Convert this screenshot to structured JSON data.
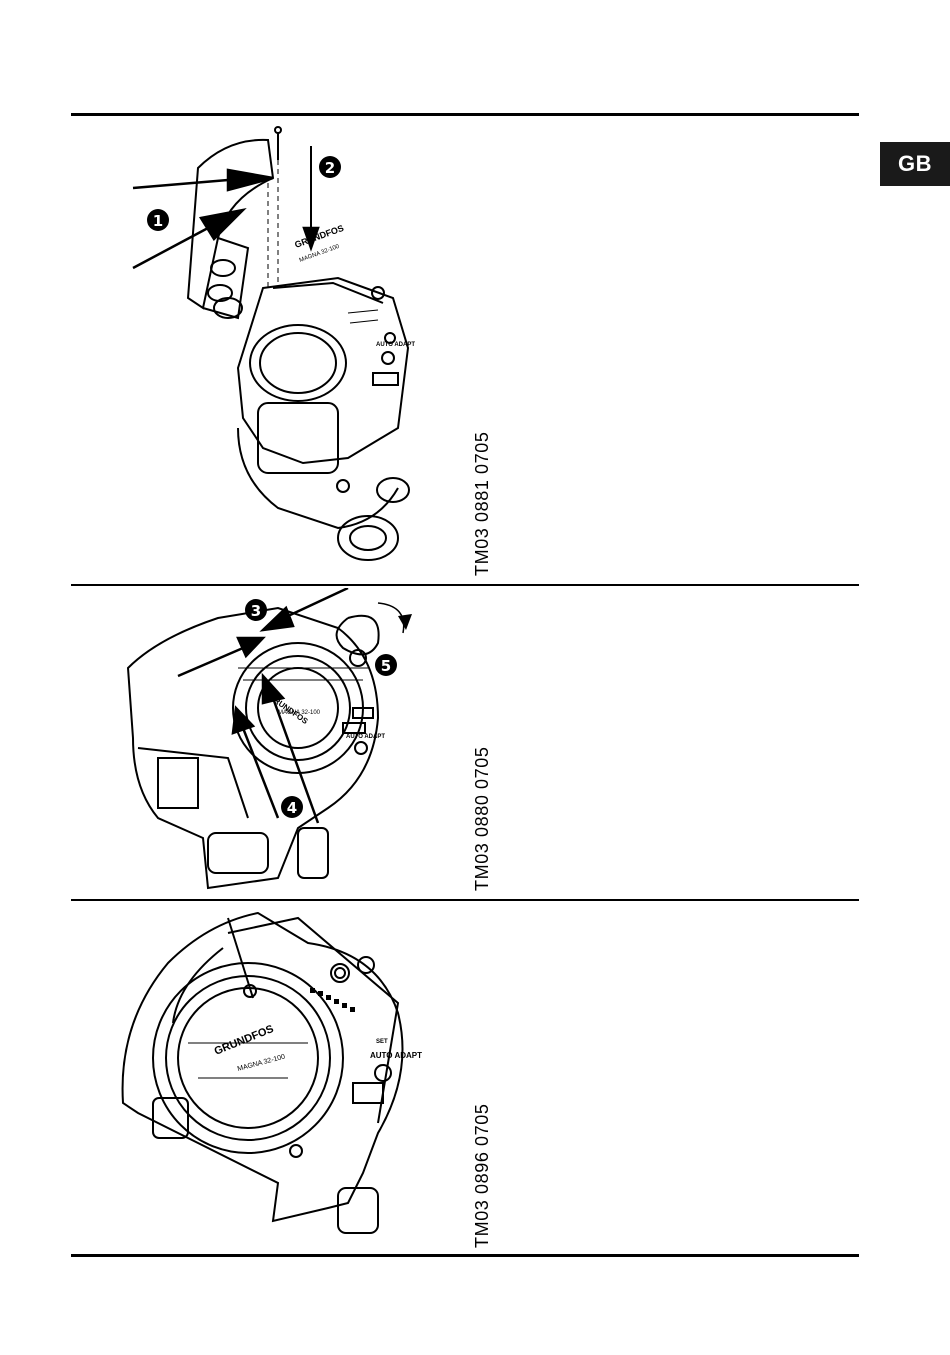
{
  "language_tab": "GB",
  "figures": [
    {
      "drawing_number": "TM03 0881 0705",
      "callouts": [
        "1",
        "2"
      ],
      "product_labels": [
        "GRUNDFOS",
        "MAGNA 32-100",
        "AUTO ADAPT"
      ]
    },
    {
      "drawing_number": "TM03 0880 0705",
      "callouts": [
        "3",
        "4",
        "5"
      ],
      "product_labels": [
        "GRUNDFOS",
        "MAGNA 32-100",
        "AUTO ADAPT"
      ]
    },
    {
      "drawing_number": "TM03 0896 0705",
      "callouts": [],
      "product_labels": [
        "GRUNDFOS",
        "MAGNA 32-100",
        "AUTO ADAPT",
        "SET"
      ]
    }
  ]
}
